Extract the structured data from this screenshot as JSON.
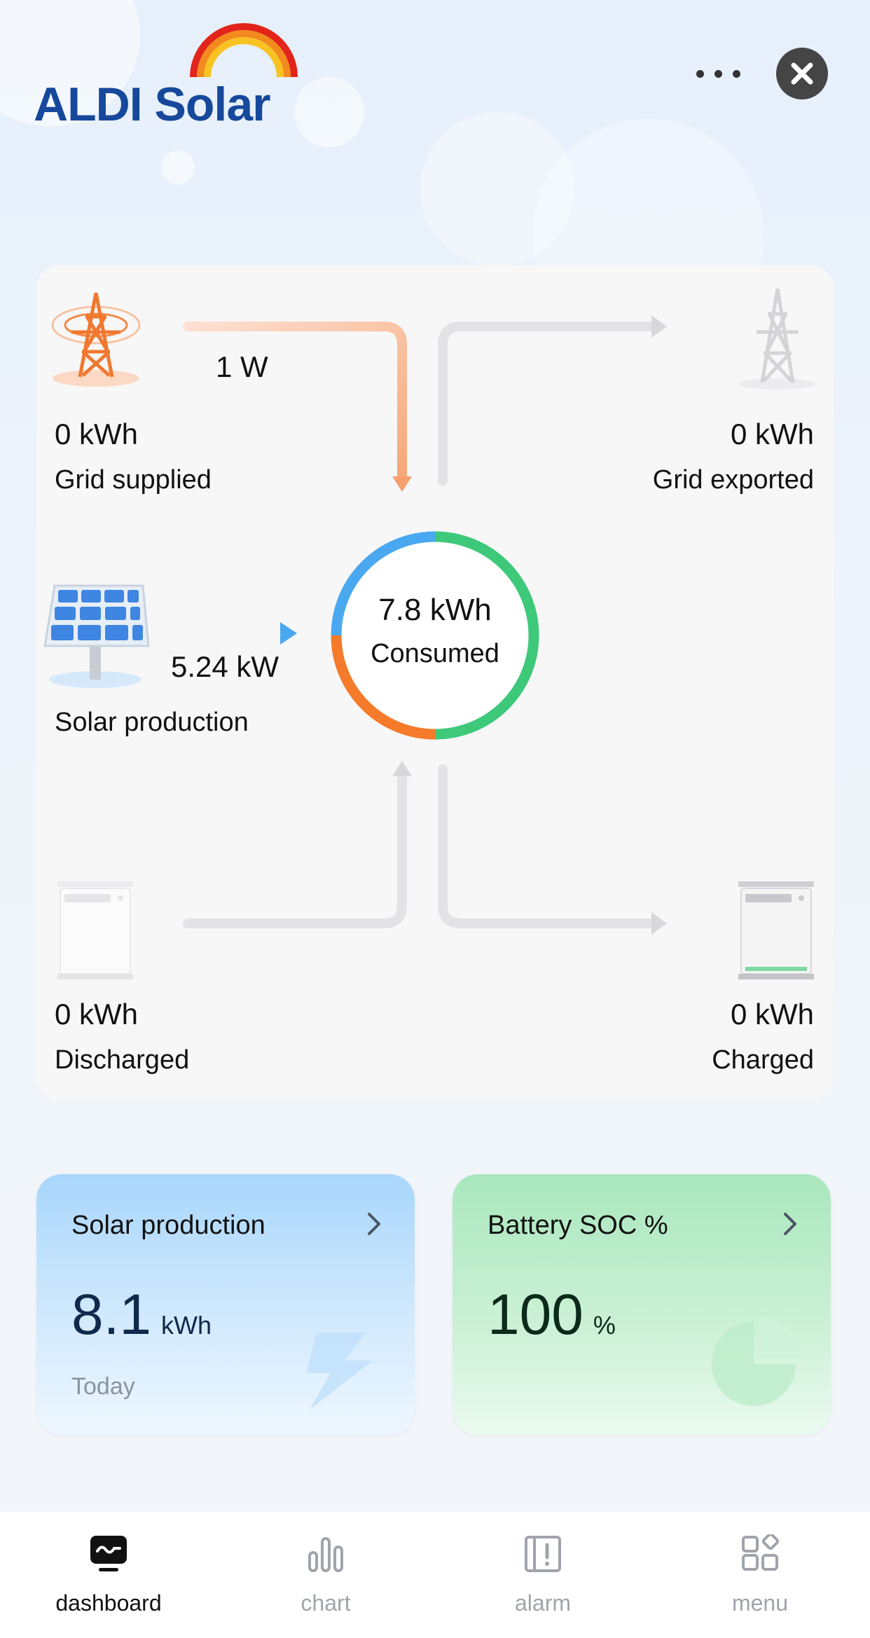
{
  "header": {
    "logo_text": "ALDI Solar",
    "more_icon": "ellipsis-icon",
    "close_icon": "close-icon"
  },
  "flow": {
    "grid_supplied": {
      "value": "0 kWh",
      "label": "Grid supplied",
      "flow": "1 W"
    },
    "grid_exported": {
      "value": "0 kWh",
      "label": "Grid exported"
    },
    "solar": {
      "label": "Solar production",
      "flow": "5.24 kW"
    },
    "consumed": {
      "value": "7.8 kWh",
      "label": "Consumed"
    },
    "discharged": {
      "value": "0 kWh",
      "label": "Discharged"
    },
    "charged": {
      "value": "0 kWh",
      "label": "Charged"
    }
  },
  "cards": {
    "solar": {
      "title": "Solar production",
      "value": "8.1",
      "unit": "kWh",
      "sub": "Today"
    },
    "battery": {
      "title": "Battery SOC %",
      "value": "100",
      "unit": "%"
    }
  },
  "nav": {
    "items": [
      {
        "label": "dashboard",
        "icon": "dashboard-icon",
        "active": true
      },
      {
        "label": "chart",
        "icon": "chart-icon",
        "active": false
      },
      {
        "label": "alarm",
        "icon": "alarm-icon",
        "active": false
      },
      {
        "label": "menu",
        "icon": "menu-grid-icon",
        "active": false
      }
    ]
  },
  "colors": {
    "brand_blue": "#16489b",
    "ring_blue": "#4aa8f0",
    "ring_green": "#3ec97a",
    "ring_orange": "#f57a2a",
    "grid_orange": "#f08a4a"
  }
}
